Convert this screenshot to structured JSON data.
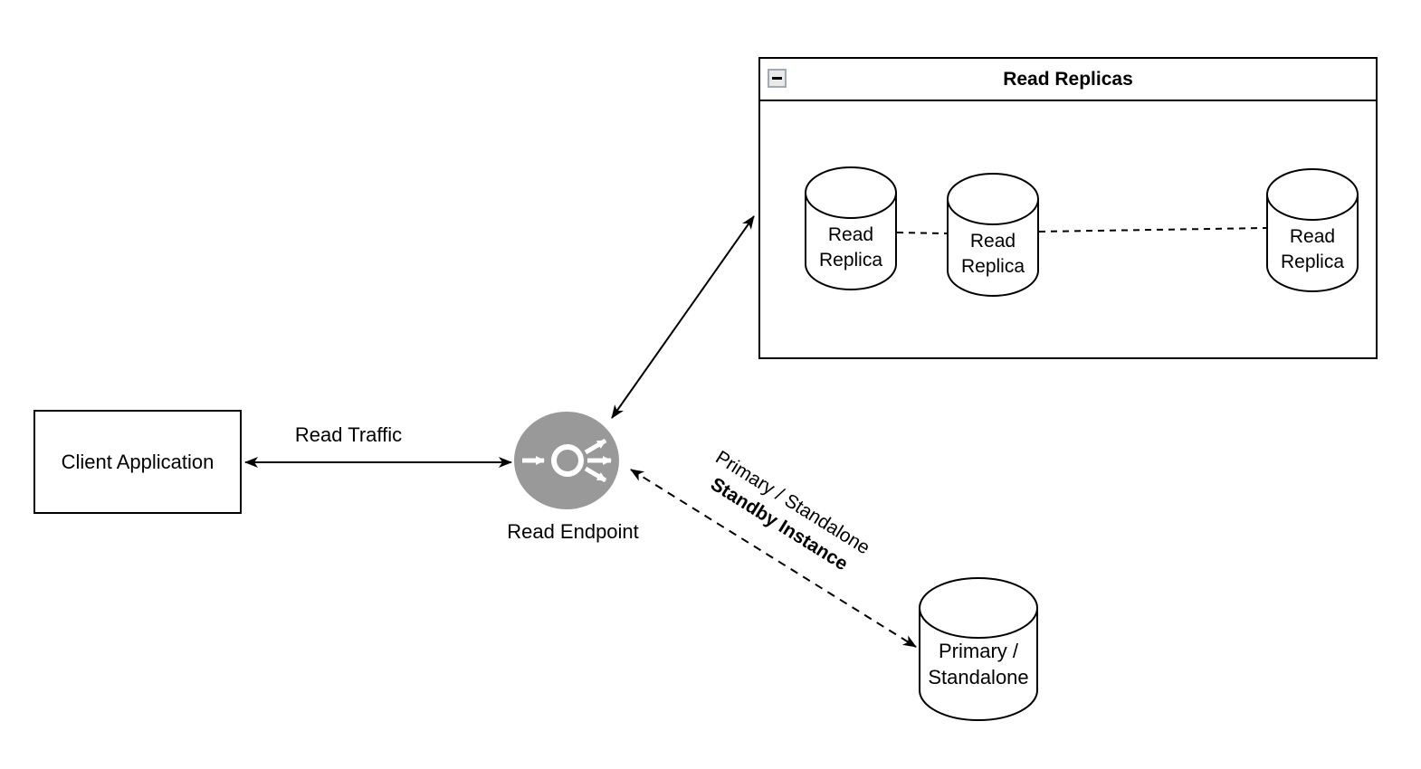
{
  "diagram": {
    "nodes": {
      "client_application": {
        "label": "Client Application"
      },
      "read_endpoint": {
        "label": "Read Endpoint",
        "icon": "fan-out-endpoint-icon"
      },
      "read_replicas_group": {
        "title": "Read Replicas",
        "collapse_icon": "minus-icon",
        "replicas": [
          {
            "label": "Read Replica"
          },
          {
            "label": "Read Replica"
          },
          {
            "label": "Read Replica"
          }
        ]
      },
      "primary_standalone": {
        "label": "Primary / Standalone"
      }
    },
    "edges": {
      "client_to_endpoint": {
        "label": "Read Traffic",
        "type": "solid-double-arrow"
      },
      "endpoint_to_replicas": {
        "type": "solid-double-arrow"
      },
      "endpoint_to_primary": {
        "label_line1": "Primary / Standalone",
        "label_line2": "Standby Instance",
        "type": "dashed-double-arrow"
      },
      "replica_links": {
        "type": "dashed"
      }
    },
    "colors": {
      "endpoint_fill": "#999999",
      "stroke": "#000000",
      "background": "#ffffff"
    }
  }
}
